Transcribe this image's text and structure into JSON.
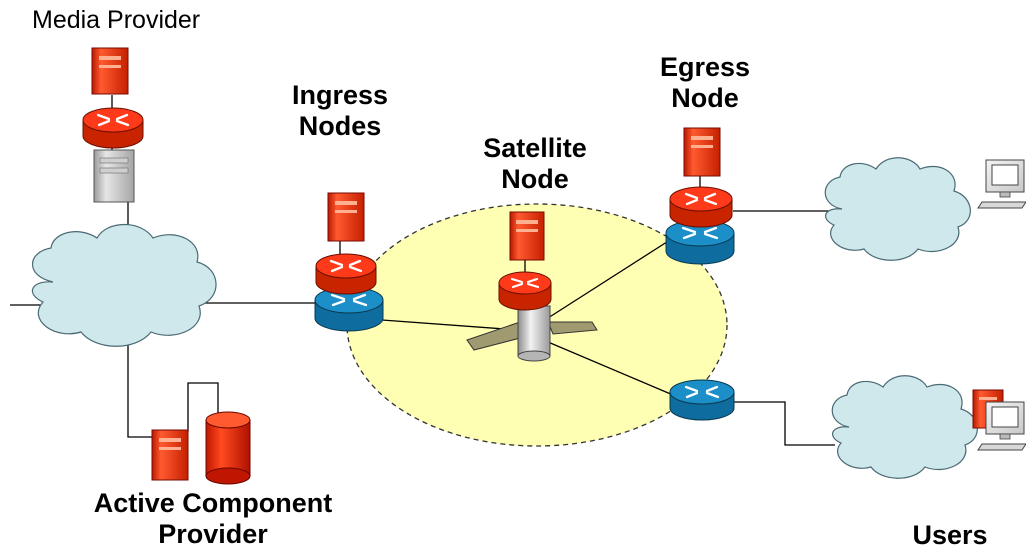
{
  "labels": {
    "media_provider": "Media Provider",
    "ingress_line1": "Ingress",
    "ingress_line2": "Nodes",
    "satellite_line1": "Satellite",
    "satellite_line2": "Node",
    "egress_line1": "Egress",
    "egress_line2": "Node",
    "active_line1": "Active Component",
    "active_line2": "Provider",
    "users": "Users"
  },
  "colors": {
    "server_red": "#ee3311",
    "router_red": "#ff3a1a",
    "router_blue": "#1c8fc8",
    "cloud_fill": "#cfe8ec",
    "satellite_zone": "#ffffb3",
    "database_red": "#ee2200",
    "link_line": "#000000"
  },
  "icons": [
    "server-icon",
    "router-icon",
    "cloud-icon",
    "satellite-icon",
    "database-icon",
    "workstation-icon",
    "computer-icon"
  ]
}
